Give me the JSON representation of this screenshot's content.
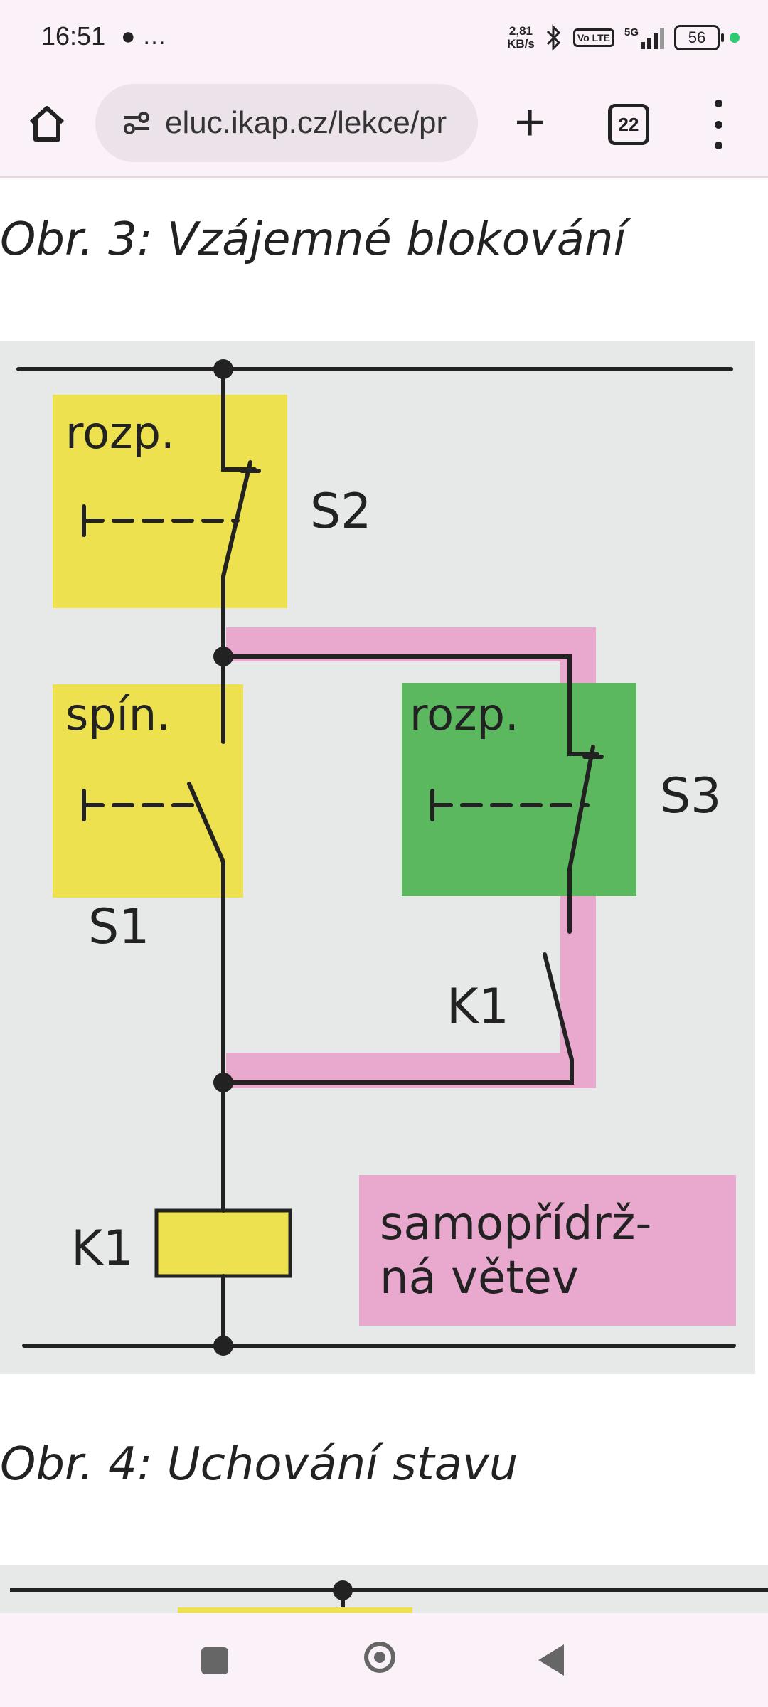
{
  "status_bar": {
    "time": "16:51",
    "left_icons": "● …",
    "speed_value": "2,81",
    "speed_unit": "KB/s",
    "volte_label": "Vo LTE",
    "network_label": "5G",
    "battery": "56"
  },
  "browser": {
    "url": "eluc.ikap.cz/lekce/pr",
    "tab_count": "22"
  },
  "content": {
    "caption_1": "Obr. 3: Vzájemné blokování",
    "caption_2": "Obr. 4: Uchování stavu",
    "diagram_labels": {
      "s2_box_label": "rozp.",
      "s2_name": "S2",
      "s1_box_label": "spín.",
      "s1_name": "S1",
      "s3_box_label": "rozp.",
      "s3_name": "S3",
      "k1_contact": "K1",
      "k1_coil": "K1",
      "self_hold_line1": "samopřídrž-",
      "self_hold_line2": "ná větev"
    }
  },
  "colors": {
    "yellow_box": "#ede14f",
    "green_box": "#5cb85f",
    "pink_box": "#e9a9cf",
    "diagram_bg": "#e6e9e8"
  }
}
